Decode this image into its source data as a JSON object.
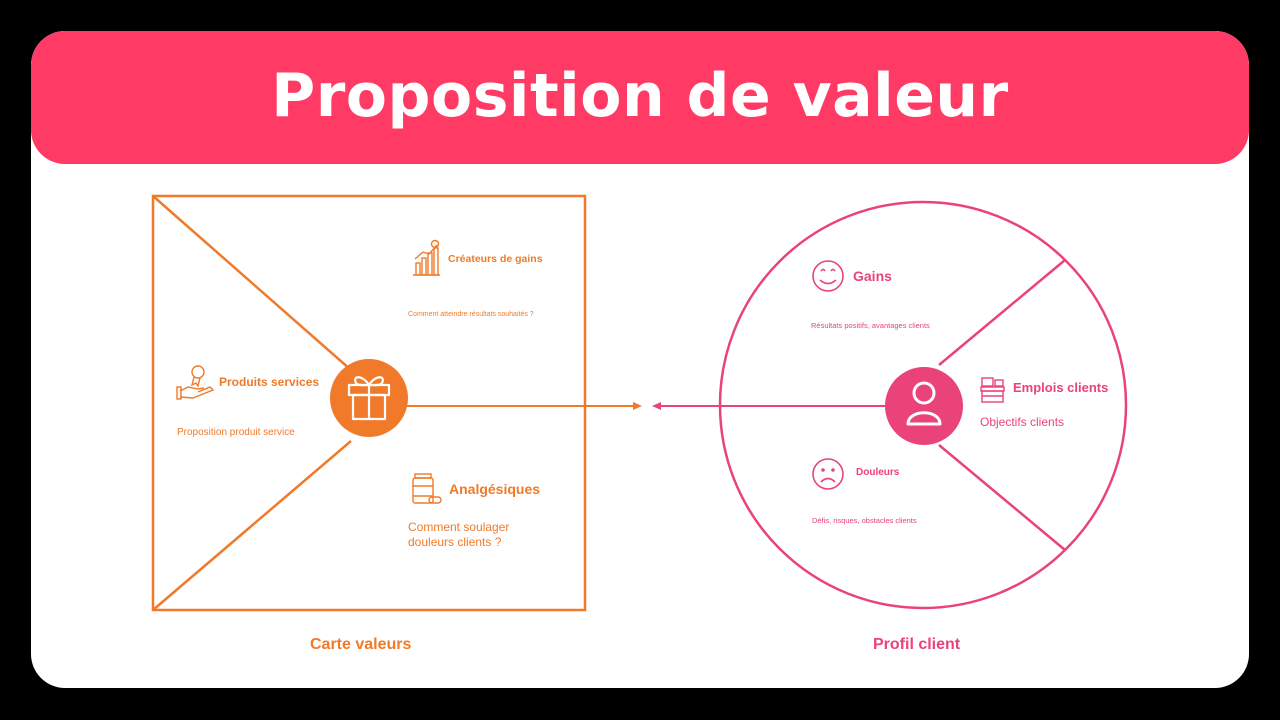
{
  "title": "Proposition de valeur",
  "colors": {
    "header": "#ff3a64",
    "value_map": "#f07a2a",
    "profile": "#e9437a",
    "background": "#000000",
    "card": "#ffffff"
  },
  "value_map": {
    "label": "Carte valeurs",
    "products": {
      "title": "Produits services",
      "desc": "Proposition produit service",
      "icon": "hand-award-icon"
    },
    "gain_creators": {
      "title": "Créateurs de gains",
      "desc": "Comment atteindre résultats souhaités ?",
      "icon": "growth-chart-icon"
    },
    "pain_relievers": {
      "title": "Analgésiques",
      "desc_line1": "Comment soulager",
      "desc_line2": "douleurs clients ?",
      "icon": "medicine-icon"
    },
    "center_icon": "gift-icon"
  },
  "customer_profile": {
    "label": "Profil client",
    "gains": {
      "title": "Gains",
      "desc": "Résultats positifs, avantages clients",
      "icon": "smile-icon"
    },
    "jobs": {
      "title": "Emplois clients",
      "desc": "Objectifs clients",
      "icon": "workstation-icon"
    },
    "pains": {
      "title": "Douleurs",
      "desc": "Défis, risques, obstacles clients",
      "icon": "sad-face-icon"
    },
    "center_icon": "person-icon"
  }
}
